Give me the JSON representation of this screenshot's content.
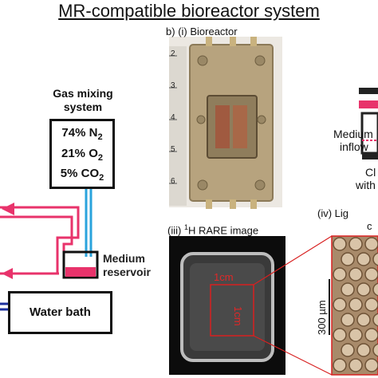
{
  "title": "MR-compatible bioreactor system",
  "gas_mixing": {
    "title_line1": "Gas mixing",
    "title_line2": "system",
    "lines": [
      {
        "pct": "74%",
        "gas": "N",
        "sub": "2"
      },
      {
        "pct": "21%",
        "gas": "O",
        "sub": "2"
      },
      {
        "pct": "5%",
        "gas": "CO",
        "sub": "2"
      }
    ]
  },
  "medium_reservoir": {
    "line1": "Medium",
    "line2": "reservoir"
  },
  "water_bath": "Water bath",
  "panel_b": {
    "letter": "b)",
    "title": "(i) Bioreactor"
  },
  "ruler_numbers": [
    "2",
    "3",
    "4",
    "5",
    "6"
  ],
  "panel_iii": {
    "prefix": "(iii) ",
    "sup": "1",
    "suffix": "H RARE image",
    "scale_h": "1cm",
    "scale_v": "1cm"
  },
  "panel_iv": {
    "title_fragment": "(iv) Lig",
    "line2": "c",
    "scale": "300 µm"
  },
  "right_labels": {
    "medium": "Medium",
    "inflow": "inflow",
    "ch": "Cl",
    "with": "with"
  },
  "colors": {
    "pink": "#e8336b",
    "blue": "#2aa3dc",
    "navy": "#1c2f9c"
  }
}
